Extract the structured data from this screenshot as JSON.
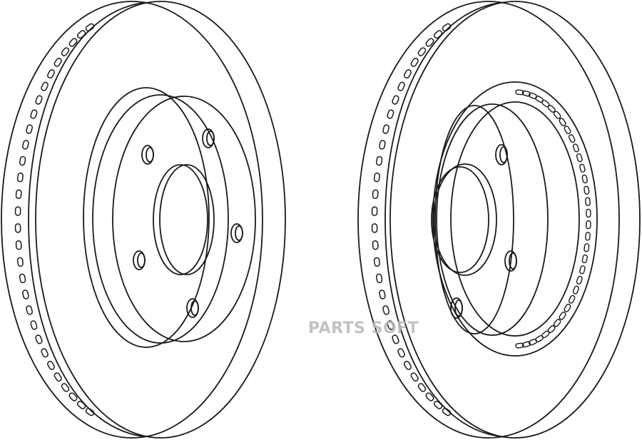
{
  "image": {
    "subject": "brake-disc-technical-drawing",
    "views": [
      "front-view",
      "rear-view"
    ],
    "watermark": "PARTS SOFT",
    "colors": {
      "line": "#1a1a1a",
      "background": "#ffffff",
      "watermark": "#b8b8b8"
    }
  }
}
